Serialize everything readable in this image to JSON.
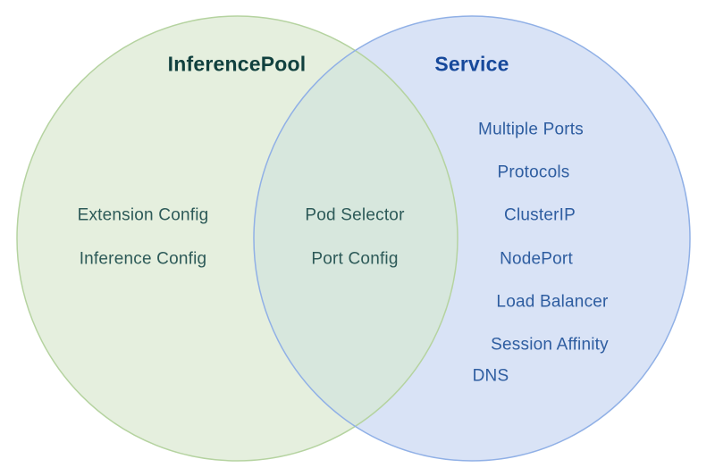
{
  "venn": {
    "left": {
      "title": "InferencePool",
      "items": [
        "Extension Config",
        "Inference Config"
      ],
      "fill": "#e5efde",
      "stroke": "#b5d3a0",
      "title_color": "#10403e",
      "item_color": "#2d5a58"
    },
    "right": {
      "title": "Service",
      "items": [
        "Multiple Ports",
        "Protocols",
        "ClusterIP",
        "NodePort",
        "Load Balancer",
        "Session Affinity",
        "DNS"
      ],
      "fill": "#d9e3f6",
      "stroke": "#90b0e6",
      "title_color": "#17499b",
      "item_color": "#2e5da0"
    },
    "intersection": {
      "items": [
        "Pod Selector",
        "Port Config"
      ],
      "fill": "#d7e7dd"
    },
    "background": "#ffffff"
  }
}
